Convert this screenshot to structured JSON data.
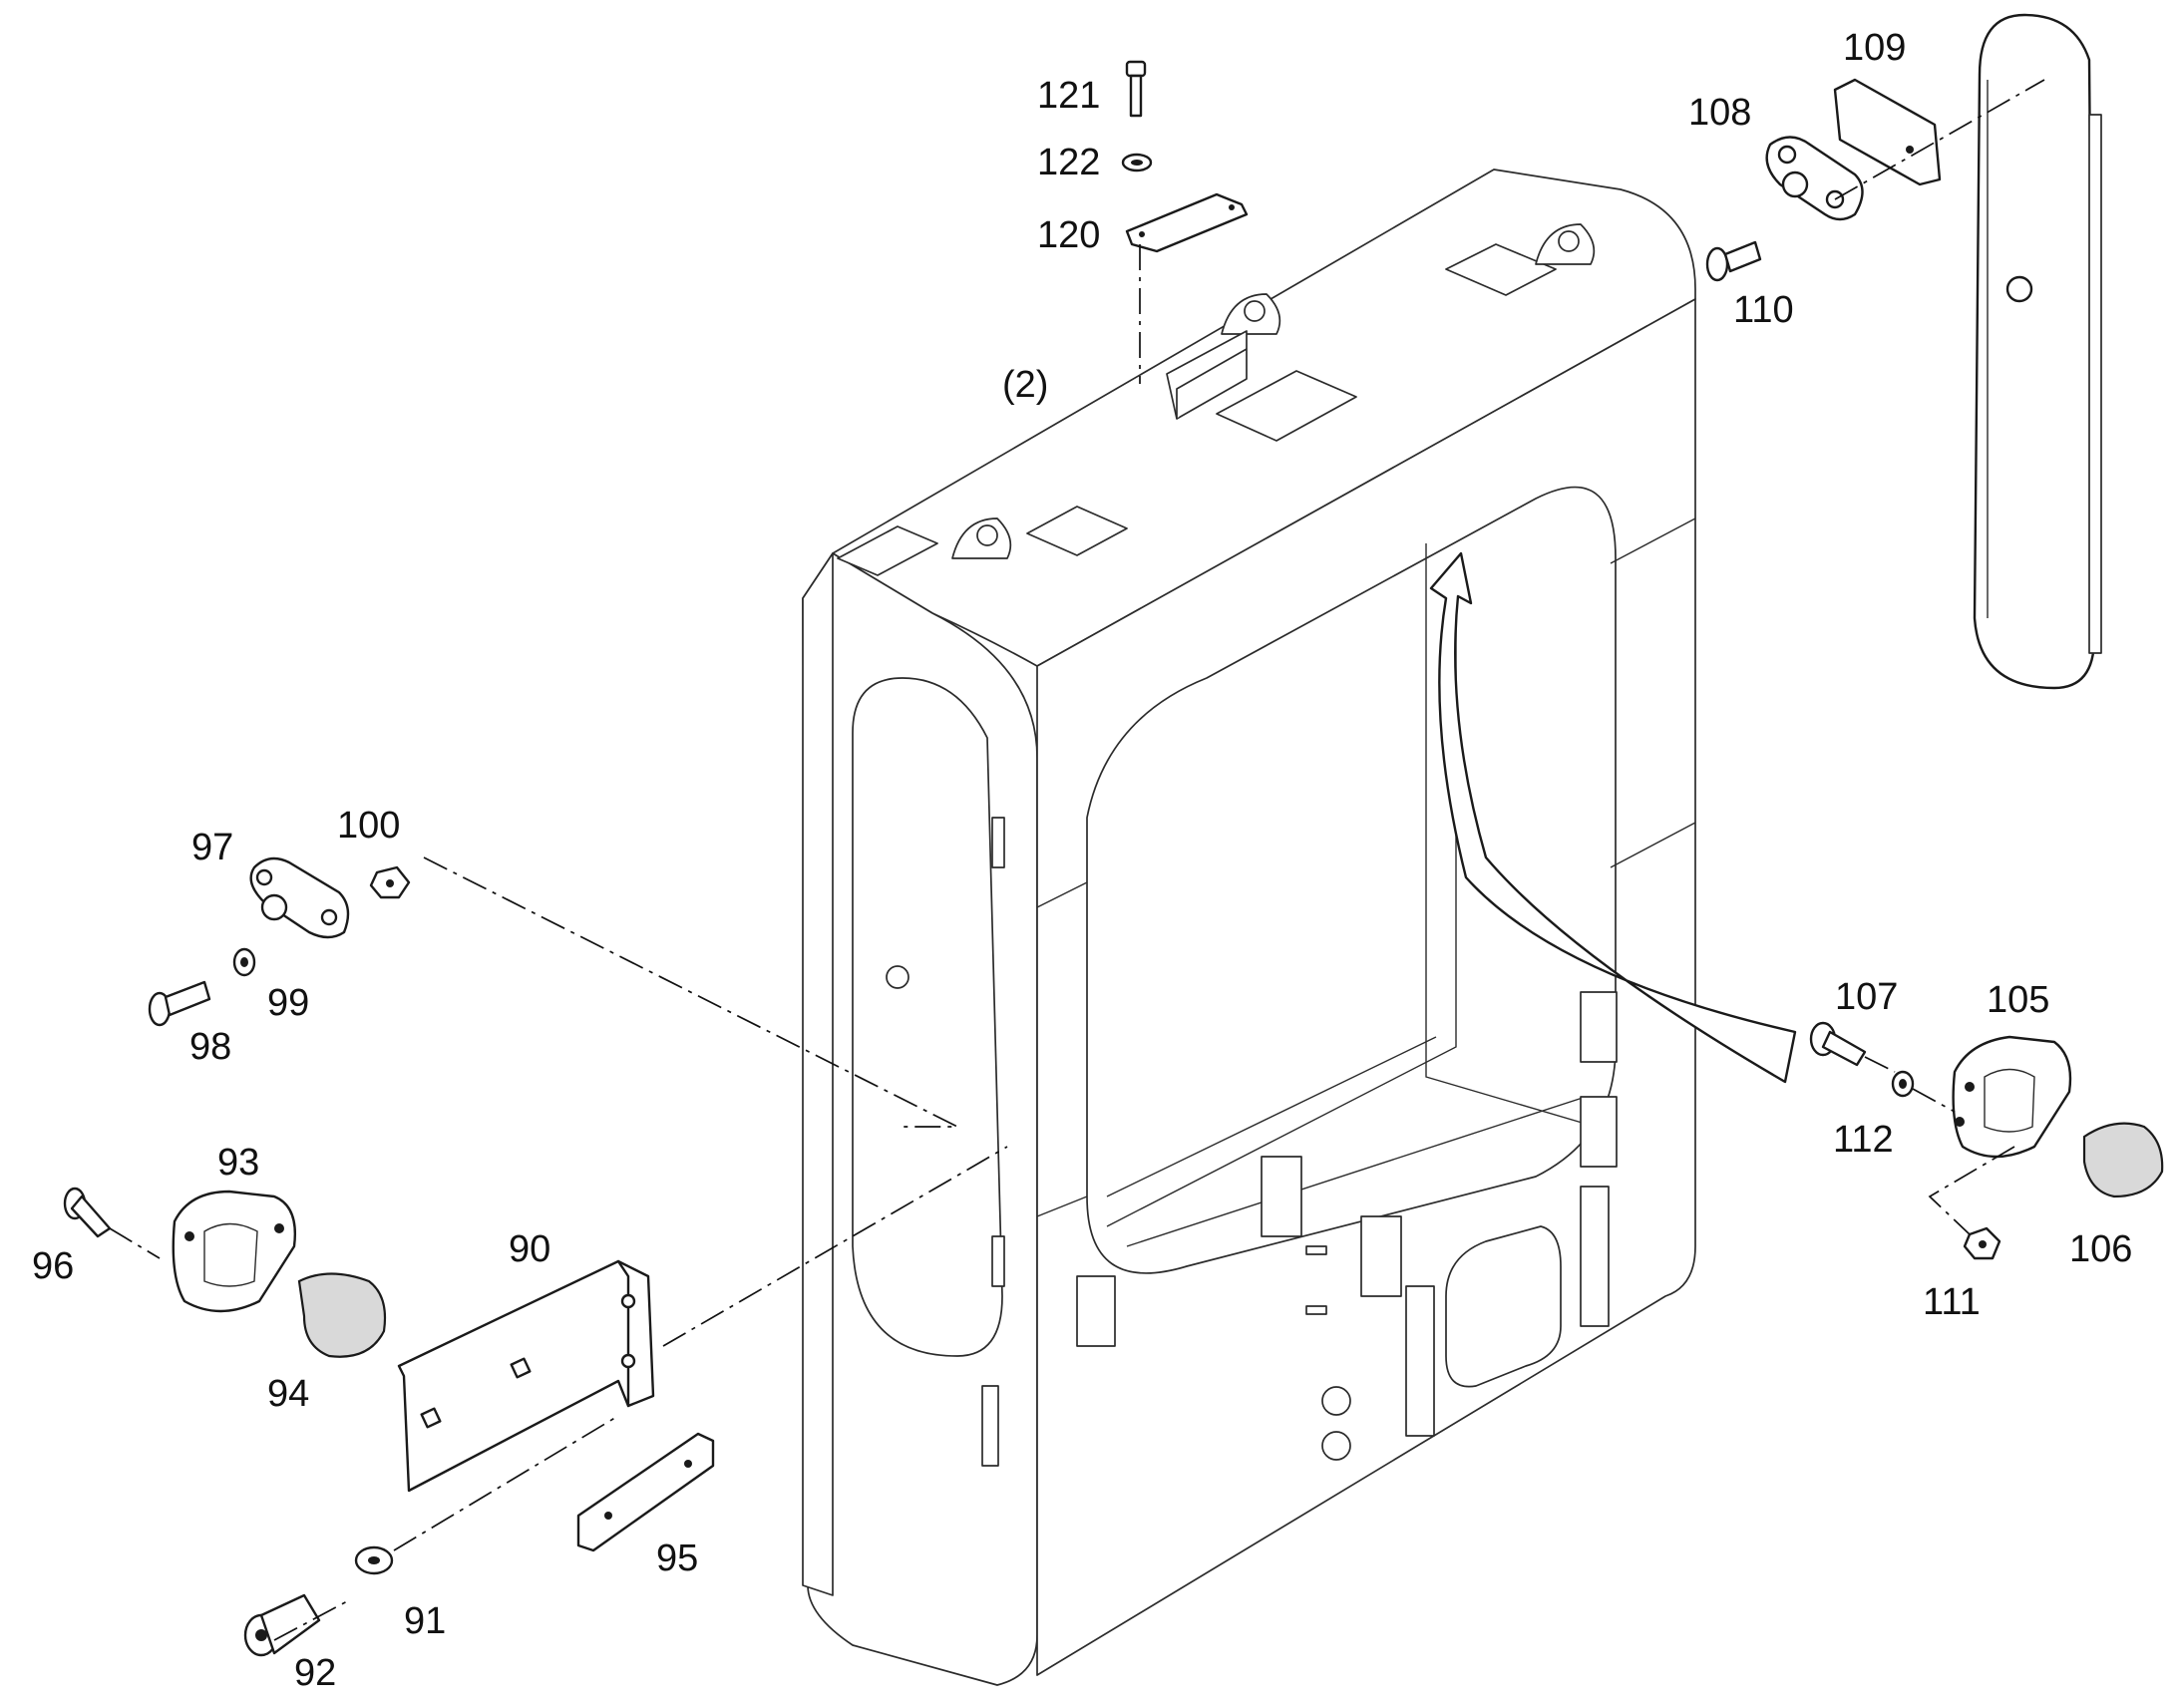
{
  "diagram": {
    "assembly_ref": "(2)",
    "part_numbers": [
      "90",
      "91",
      "92",
      "93",
      "94",
      "95",
      "96",
      "97",
      "98",
      "99",
      "100",
      "105",
      "106",
      "107",
      "108",
      "109",
      "110",
      "111",
      "112",
      "120",
      "121",
      "122"
    ]
  }
}
